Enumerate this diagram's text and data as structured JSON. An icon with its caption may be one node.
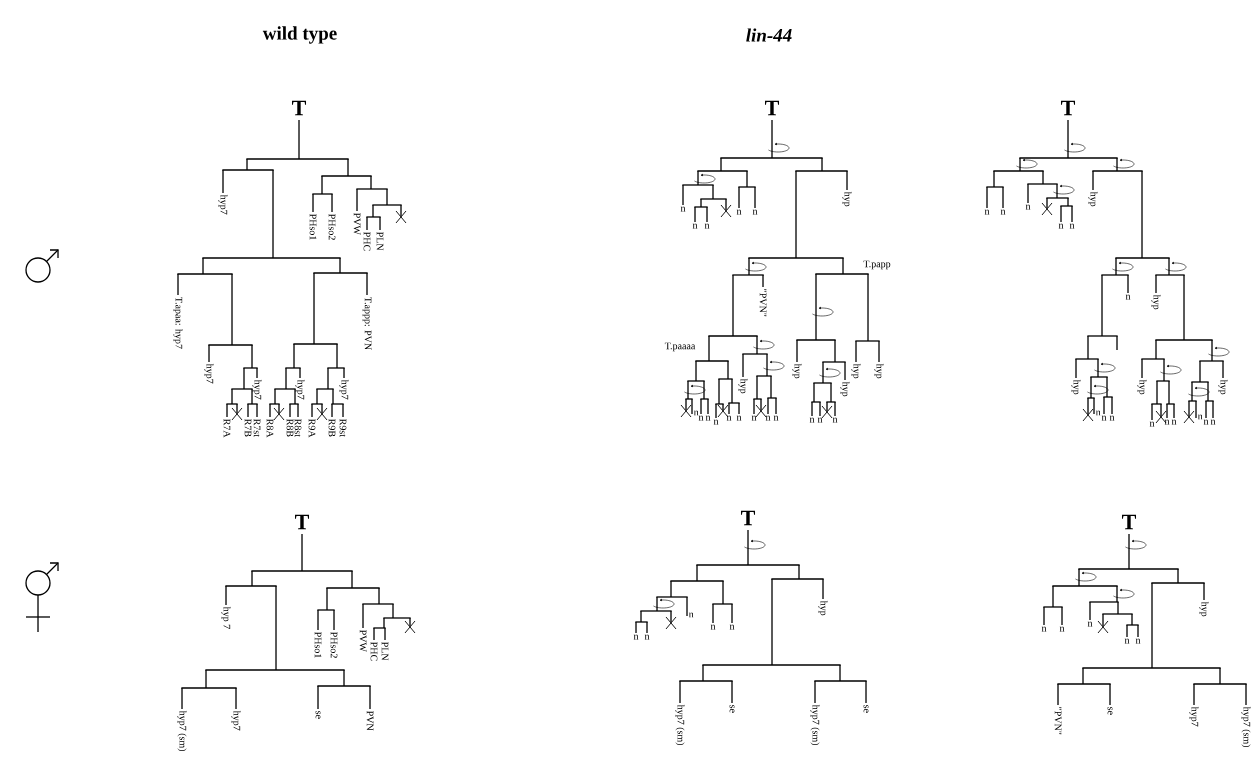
{
  "diagram": {
    "labels": [
      "wild type",
      "lin-44",
      "T",
      "hyp7",
      "T.apaa: hyp7",
      "hyp7",
      "R7A",
      "R7B",
      "R7st",
      "hyp7",
      "R8A",
      "R8B",
      "R8st",
      "hyp7",
      "R9A",
      "R9B",
      "R9st",
      "hyp7",
      "T.appp: PVN",
      "PHso1",
      "PHso2",
      "PVW",
      "PHC",
      "PLN",
      "T",
      "n",
      "n",
      "n",
      "n",
      "n",
      "n",
      "n",
      "n",
      "n",
      "n",
      "n",
      "hyp",
      "n",
      "n",
      "n",
      "\"PVN\"",
      "hyp",
      "n",
      "n",
      "n",
      "hyp",
      "hyp",
      "hyp",
      "hyp",
      "T.papp",
      "T.paaaa",
      "T",
      "n",
      "n",
      "n",
      "n",
      "n",
      "hyp",
      "hyp",
      "n",
      "n",
      "n",
      "n",
      "hyp",
      "hyp",
      "n",
      "n",
      "n",
      "n",
      "n",
      "n",
      "hyp",
      "T",
      "hyp 7",
      "hyp7 (sm)",
      "hyp7",
      "se",
      "PVN",
      "PHso1",
      "PHso2",
      "PVW",
      "PHC",
      "PLN",
      "T",
      "n",
      "n",
      "n",
      "n",
      "n",
      "hyp7 (sm)",
      "se",
      "hyp7 (sm)",
      "se",
      "hyp",
      "T",
      "n",
      "n",
      "n",
      "n",
      "n",
      "\"PVN\"",
      "se",
      "hyp7",
      "hyp7 (sm)",
      "hyp"
    ]
  }
}
